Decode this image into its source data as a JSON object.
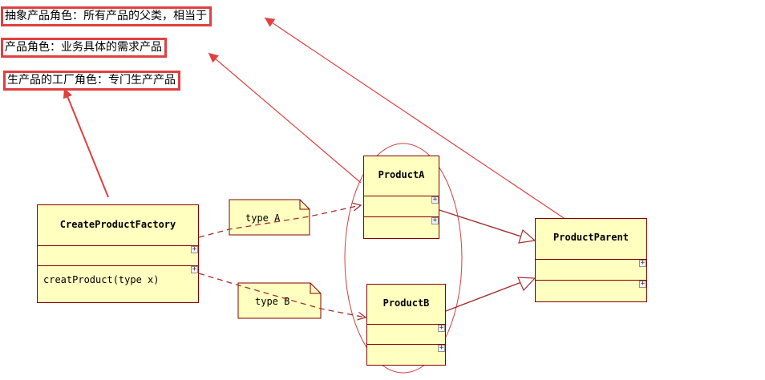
{
  "annotations": [
    "抽象产品角色：所有产品的父类，相当于",
    "产品角色：业务具体的需求产品",
    "生产品的工厂角色：专门生产产品"
  ],
  "classes": {
    "factory": {
      "name": "CreateProductFactory",
      "operation": "creatProduct(type x)"
    },
    "product_a": {
      "name": "ProductA"
    },
    "product_b": {
      "name": "ProductB"
    },
    "parent": {
      "name": "ProductParent"
    }
  },
  "notes": {
    "type_a": "type A",
    "type_b": "type B"
  },
  "expand_glyph": "+",
  "colors": {
    "annotation_border": "#e04040",
    "class_fill": "#ffffc0",
    "class_border": "#800000",
    "relation_line": "#a03030"
  }
}
